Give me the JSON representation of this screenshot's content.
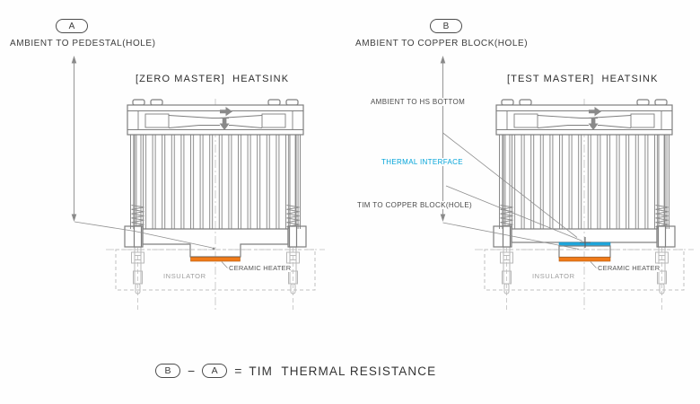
{
  "left_view": {
    "datum": "A",
    "datum_note": "AMBIENT TO PEDESTAL(HOLE)",
    "title": "[ZERO MASTER]  HEATSINK",
    "insulator": "INSULATOR",
    "ceramic_heater": "CERAMIC HEATER"
  },
  "right_view": {
    "datum": "B",
    "datum_note": "AMBIENT TO COPPER BLOCK(HOLE)",
    "title": "[TEST MASTER]  HEATSINK",
    "callout_hs_bottom": "AMBIENT TO HS BOTTOM",
    "callout_thermal_interface": "THERMAL INTERFACE",
    "callout_tim_block": "TIM TO COPPER BLOCK(HOLE)",
    "insulator": "INSULATOR",
    "ceramic_heater": "CERAMIC HEATER"
  },
  "formula": {
    "term_b": "B",
    "minus": "−",
    "term_a": "A",
    "equals": "=",
    "result": "TIM  THERMAL RESISTANCE"
  },
  "colors": {
    "line_gray": "#7e7e7e",
    "light_gray": "#c0c0c0",
    "thermal_interface_cyan": "#00a3d9",
    "heater_orange": "#f07b1a"
  }
}
